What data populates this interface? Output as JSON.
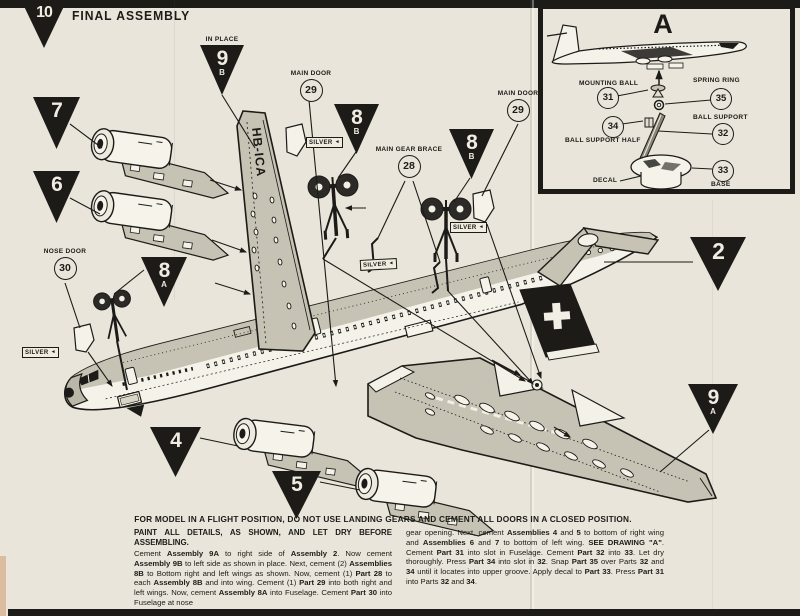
{
  "colors": {
    "paper": "#e9e5da",
    "ink": "#1c1b18",
    "shade": "#c6c2b4",
    "swiss_fin": "#1c1b18"
  },
  "header": {
    "step": "10",
    "title": "FINAL ASSEMBLY"
  },
  "markers": {
    "m9b": {
      "num": "9",
      "sub": "B",
      "note": "IN PLACE"
    },
    "m7": {
      "num": "7"
    },
    "m6": {
      "num": "6"
    },
    "m8a": {
      "num": "8",
      "sub": "A"
    },
    "m8b_left": {
      "num": "8",
      "sub": "B"
    },
    "m8b_right": {
      "num": "8",
      "sub": "B"
    },
    "m2": {
      "num": "2"
    },
    "m9a": {
      "num": "9",
      "sub": "A"
    },
    "m4": {
      "num": "4"
    },
    "m5": {
      "num": "5"
    }
  },
  "parts": {
    "nose_door": {
      "label": "NOSE DOOR",
      "num": "30"
    },
    "main_door_left": {
      "label": "MAIN DOOR",
      "num": "29"
    },
    "main_gear_brace": {
      "label": "MAIN GEAR BRACE",
      "num": "28"
    },
    "main_door_right": {
      "label": "MAIN DOOR",
      "num": "29"
    }
  },
  "paint_flag": "SILVER",
  "aircraft": {
    "registration": "HB-ICA"
  },
  "inset": {
    "title": "A",
    "mounting_ball": {
      "label": "MOUNTING BALL",
      "num": "31"
    },
    "spring_ring": {
      "label": "SPRING RING",
      "num": "35"
    },
    "ball_support_half": {
      "label": "BALL SUPPORT HALF",
      "num": "34"
    },
    "ball_support": {
      "label": "BALL SUPPORT",
      "num": "32"
    },
    "base": {
      "label": "BASE",
      "num": "33"
    },
    "decal_label": "DECAL"
  },
  "instructions": {
    "flight_note": "FOR MODEL IN A FLIGHT POSITION, DO NOT USE LANDING GEARS AND CEMENT ALL DOORS IN A CLOSED POSITION.",
    "paint_heading": "PAINT ALL DETAILS, AS SHOWN, AND LET DRY BEFORE ASSEMBLING.",
    "left_column": [
      {
        "t": "Cement ",
        "b": false
      },
      {
        "t": "Assembly 9A",
        "b": true
      },
      {
        "t": " to right side of ",
        "b": false
      },
      {
        "t": "Assembly 2",
        "b": true
      },
      {
        "t": ". Now cement ",
        "b": false
      },
      {
        "t": "Assembly 9B",
        "b": true
      },
      {
        "t": " to left side as shown in place. Next, cement (2) ",
        "b": false
      },
      {
        "t": "Assemblies 8B",
        "b": true
      },
      {
        "t": " to Bottom right and left wings as shown. Now, cement (1) ",
        "b": false
      },
      {
        "t": "Part 28",
        "b": true
      },
      {
        "t": " to each ",
        "b": false
      },
      {
        "t": "Assembly 8B",
        "b": true
      },
      {
        "t": " and into wing. Cement (1) ",
        "b": false
      },
      {
        "t": "Part 29",
        "b": true
      },
      {
        "t": " into both right and left wings. Now, cement ",
        "b": false
      },
      {
        "t": "Assembly 8A",
        "b": true
      },
      {
        "t": " into Fuselage. Cement ",
        "b": false
      },
      {
        "t": "Part 30",
        "b": true
      },
      {
        "t": " into Fuselage at nose",
        "b": false
      }
    ],
    "right_column": [
      {
        "t": "gear opening. Next, cement ",
        "b": false
      },
      {
        "t": "Assemblies 4",
        "b": true
      },
      {
        "t": " and ",
        "b": false
      },
      {
        "t": "5",
        "b": true
      },
      {
        "t": " to bottom of right wing and ",
        "b": false
      },
      {
        "t": "Assemblies 6",
        "b": true
      },
      {
        "t": " and ",
        "b": false
      },
      {
        "t": "7",
        "b": true
      },
      {
        "t": " to bottom of left wing. ",
        "b": false
      },
      {
        "t": "SEE DRAWING \"A\"",
        "b": true
      },
      {
        "t": ". Cement ",
        "b": false
      },
      {
        "t": "Part 31",
        "b": true
      },
      {
        "t": " into slot in Fuselage. Cement ",
        "b": false
      },
      {
        "t": "Part 32",
        "b": true
      },
      {
        "t": " into ",
        "b": false
      },
      {
        "t": "33",
        "b": true
      },
      {
        "t": ". Let dry thoroughly. Press ",
        "b": false
      },
      {
        "t": "Part 34",
        "b": true
      },
      {
        "t": " into slot in ",
        "b": false
      },
      {
        "t": "32",
        "b": true
      },
      {
        "t": ". Snap ",
        "b": false
      },
      {
        "t": "Part 35",
        "b": true
      },
      {
        "t": " over Parts ",
        "b": false
      },
      {
        "t": "32",
        "b": true
      },
      {
        "t": " and ",
        "b": false
      },
      {
        "t": "34",
        "b": true
      },
      {
        "t": " until it locates into upper groove. Apply decal to ",
        "b": false
      },
      {
        "t": "Part 33",
        "b": true
      },
      {
        "t": ". Press ",
        "b": false
      },
      {
        "t": "Part 31",
        "b": true
      },
      {
        "t": " into Parts ",
        "b": false
      },
      {
        "t": "32",
        "b": true
      },
      {
        "t": " and ",
        "b": false
      },
      {
        "t": "34",
        "b": true
      },
      {
        "t": ".",
        "b": false
      }
    ]
  }
}
